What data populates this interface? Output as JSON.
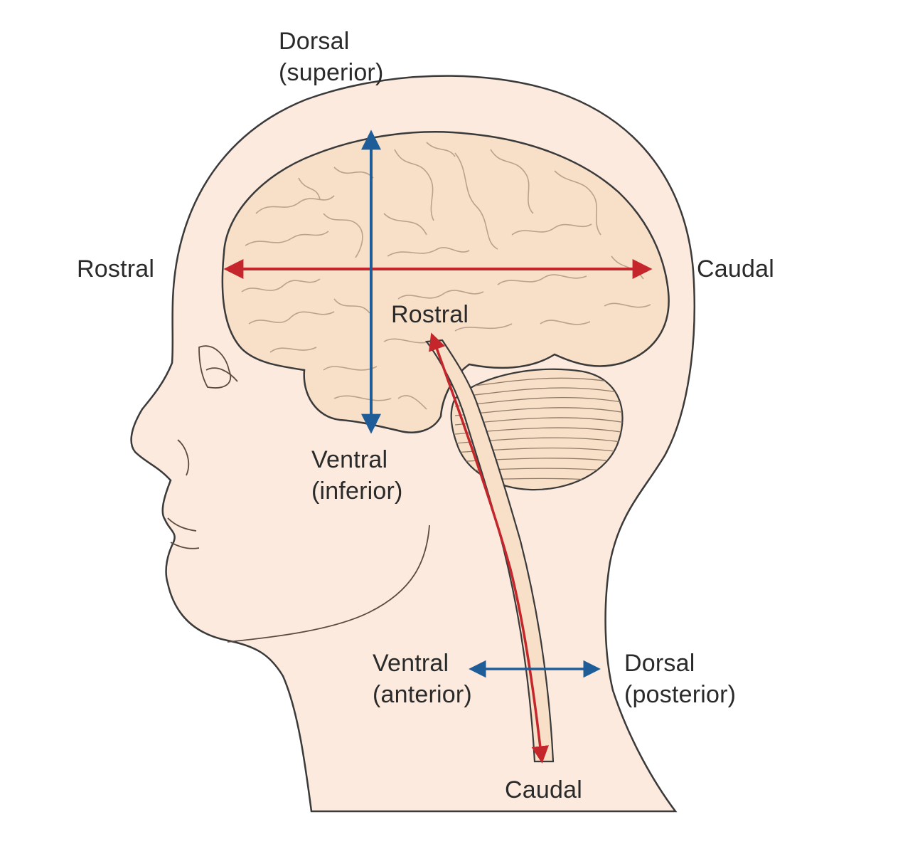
{
  "labels": {
    "top": {
      "line1": "Dorsal",
      "line2": "(superior)"
    },
    "left": "Rostral",
    "right": "Caudal",
    "brainstem_top": "Rostral",
    "under_brain": {
      "line1": "Ventral",
      "line2": "(inferior)"
    },
    "neck_ventral": {
      "line1": "Ventral",
      "line2": "(anterior)"
    },
    "neck_dorsal": {
      "line1": "Dorsal",
      "line2": "(posterior)"
    },
    "bottom": "Caudal"
  },
  "colors": {
    "skin": "#fbeadd",
    "brain": "#f7dfc8",
    "outline": "#3a3a3a",
    "sulci": "#b9a28c",
    "arrow_red": "#c4262b",
    "arrow_blue": "#1f5d99"
  }
}
